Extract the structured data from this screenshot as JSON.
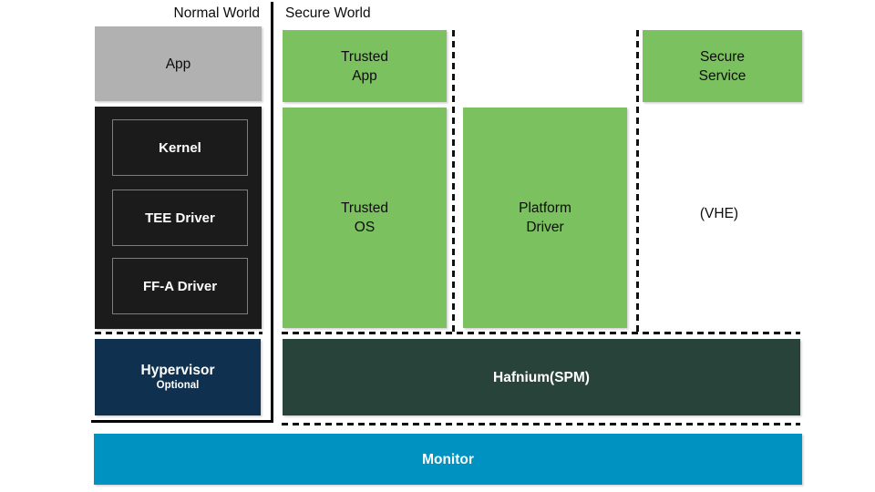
{
  "header": {
    "normal_world": "Normal World",
    "secure_world": "Secure World"
  },
  "normal_world": {
    "app": "App",
    "kernel_stack": [
      {
        "label": "Kernel"
      },
      {
        "label": "TEE Driver"
      },
      {
        "label": "FF-A Driver"
      }
    ],
    "hypervisor": {
      "title": "Hypervisor",
      "subtitle": "Optional"
    }
  },
  "secure_world": {
    "trusted_app": "Trusted\nApp",
    "trusted_os": "Trusted\nOS",
    "platform_driver": "Platform\nDriver",
    "secure_service": "Secure\nService",
    "vhe_note": "(VHE)",
    "hafnium": "Hafnium(SPM)"
  },
  "monitor": "Monitor",
  "colors": {
    "partition_green": "#7bc15f",
    "app_gray": "#b1b1b1",
    "kernel_black": "#1b1b1b",
    "hypervisor_navy": "#0f304e",
    "hafnium_dark_green": "#27433a",
    "monitor_blue": "#0092c0",
    "line_black": "#000000"
  }
}
